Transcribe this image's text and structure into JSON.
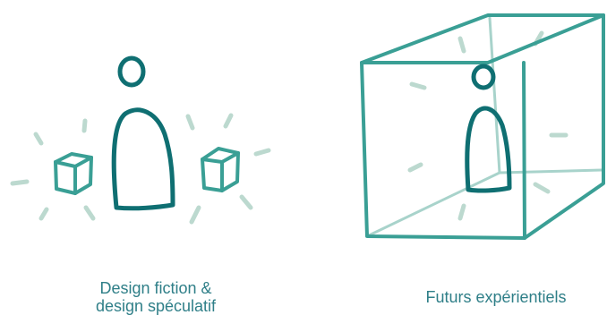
{
  "colors": {
    "primary": "#0f6f72",
    "secondary": "#3a9f95",
    "rays": "#bcd9cf",
    "caption": "#2f7f88"
  },
  "left_panel": {
    "caption_line1": "Design fiction &",
    "caption_line2": "design spéculatif"
  },
  "right_panel": {
    "caption": "Futurs expérientiels"
  }
}
